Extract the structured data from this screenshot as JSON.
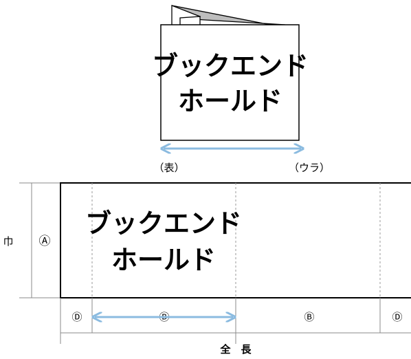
{
  "folded_card": {
    "title_line1": "ブックエンド",
    "title_line2": "ホールド"
  },
  "side_labels": {
    "front": "（表）",
    "back": "（ウラ）"
  },
  "flat_layout": {
    "title_line1": "ブックエンド",
    "title_line2": "ホールド",
    "width_label": "巾",
    "width_marker": "Ⓐ",
    "panel_markers": [
      "Ⓓ",
      "Ⓑ",
      "Ⓑ",
      "Ⓓ"
    ],
    "total_length_label": "全　長"
  },
  "colors": {
    "arrow": "#8bbbe0",
    "outline": "#000000",
    "fold_line": "#9a9a9a",
    "dimension_line": "#8a8a8a",
    "flap_shade": "#bdbdbd"
  }
}
